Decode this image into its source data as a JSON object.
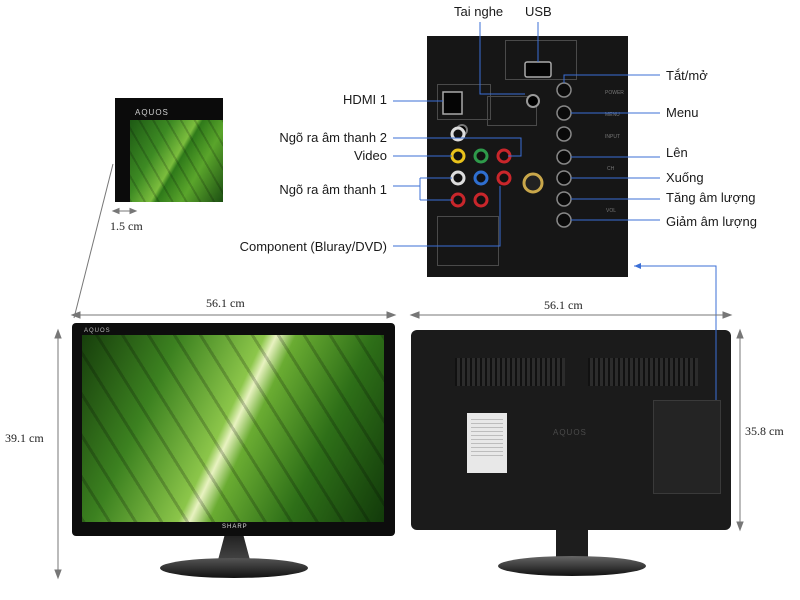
{
  "connectors": {
    "tai_nghe": "Tai nghe",
    "usb": "USB",
    "hdmi": "HDMI 1",
    "audio_out_2": "Ngõ ra âm thanh 2",
    "video": "Video",
    "audio_out_1": "Ngõ ra âm thanh 1",
    "component": "Component (Bluray/DVD)"
  },
  "buttons": {
    "power": "Tắt/mở",
    "menu": "Menu",
    "up": "Lên",
    "down": "Xuống",
    "vol_up": "Tăng âm lượng",
    "vol_down": "Giảm âm lượng"
  },
  "panel_text": {
    "power": "POWER",
    "menu": "MENU",
    "input": "INPUT",
    "ch": "CH",
    "vol": "VOL"
  },
  "dimensions": {
    "bezel": "1.5 cm",
    "front_width": "56.1 cm",
    "front_height": "39.1 cm",
    "back_width": "56.1 cm",
    "back_height": "35.8 cm"
  },
  "brand": {
    "model": "AQUOS",
    "maker": "SHARP"
  },
  "colors": {
    "callout_line": "#3b6fd6",
    "dimension_line": "#777777",
    "rca_yellow": "#e9c21b",
    "rca_green": "#2e9a4a",
    "rca_blue": "#2f6fd0",
    "rca_red": "#c9262b",
    "rca_white": "#dddddd"
  }
}
